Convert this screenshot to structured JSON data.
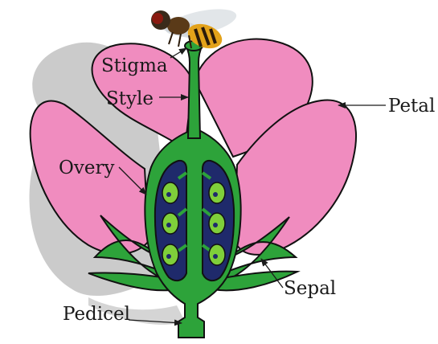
{
  "labels": {
    "stigma": "Stigma",
    "style": "Style",
    "petal": "Petal",
    "overy": "Overy",
    "sepal": "Sepal",
    "pedicel": "Pedicel"
  },
  "colors": {
    "petal": "#f08cbf",
    "green": "#2da33a",
    "dark_green": "#1d7c27",
    "ovary_chamber": "#1f2a6b",
    "ovule": "#7fcf3a",
    "shadow": "#b8b8b8"
  },
  "icons": {
    "pollinator": "bee-icon"
  }
}
